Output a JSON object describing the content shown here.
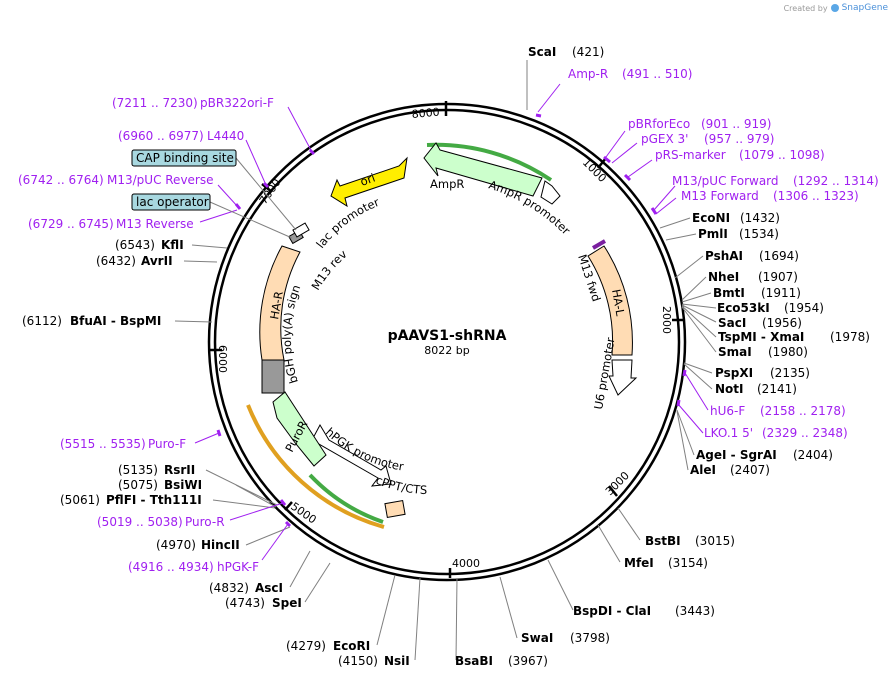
{
  "header": {
    "created_by": "Created by",
    "brand": "SnapGene"
  },
  "plasmid": {
    "name": "pAAVS1-shRNA",
    "size_label": "8022 bp",
    "total_bp": 8022
  },
  "colors": {
    "backbone": "#000000",
    "ori": "#ffee00",
    "ampr": "#ccffcc",
    "puror": "#ccffcc",
    "ha_arm": "#ffdcb4",
    "polyA": "#999999",
    "promoter": "#ffffff",
    "primer": "#a020f0",
    "feature_box": "#a8d8e0",
    "orf_highlight": "#44aa44",
    "orf_orange": "#e0a020"
  },
  "tick_labels": [
    "1000",
    "2000",
    "3000",
    "4000",
    "5000",
    "6000",
    "7000",
    "8000"
  ],
  "enzymes": [
    {
      "name": "ScaI",
      "pos": "(421)"
    },
    {
      "name": "EcoNI",
      "pos": "(1432)"
    },
    {
      "name": "PmlI",
      "pos": "(1534)"
    },
    {
      "name": "PshAI",
      "pos": "(1694)"
    },
    {
      "name": "NheI",
      "pos": "(1907)"
    },
    {
      "name": "BmtI",
      "pos": "(1911)"
    },
    {
      "name": "Eco53kI",
      "pos": "(1954)"
    },
    {
      "name": "SacI",
      "pos": "(1956)"
    },
    {
      "name": "TspMI - XmaI",
      "pos": "(1978)"
    },
    {
      "name": "SmaI",
      "pos": "(1980)"
    },
    {
      "name": "PspXI",
      "pos": "(2135)"
    },
    {
      "name": "NotI",
      "pos": "(2141)"
    },
    {
      "name": "AgeI - SgrAI",
      "pos": "(2404)"
    },
    {
      "name": "AleI",
      "pos": "(2407)"
    },
    {
      "name": "BstBI",
      "pos": "(3015)"
    },
    {
      "name": "MfeI",
      "pos": "(3154)"
    },
    {
      "name": "BspDI - ClaI",
      "pos": "(3443)"
    },
    {
      "name": "SwaI",
      "pos": "(3798)"
    },
    {
      "name": "BsaBI",
      "pos": "(3967)"
    },
    {
      "name": "NsiI",
      "pos": "(4150)"
    },
    {
      "name": "EcoRI",
      "pos": "(4279)"
    },
    {
      "name": "SpeI",
      "pos": "(4743)"
    },
    {
      "name": "AscI",
      "pos": "(4832)"
    },
    {
      "name": "HincII",
      "pos": "(4970)"
    },
    {
      "name": "PflFI - Tth111I",
      "pos": "(5061)"
    },
    {
      "name": "BsiWI",
      "pos": "(5075)"
    },
    {
      "name": "RsrII",
      "pos": "(5135)"
    },
    {
      "name": "BfuAI - BspMI",
      "pos": "(6112)"
    },
    {
      "name": "AvrII",
      "pos": "(6432)"
    },
    {
      "name": "KflI",
      "pos": "(6543)"
    }
  ],
  "primers": [
    {
      "name": "Amp-R",
      "range": "(491 .. 510)"
    },
    {
      "name": "pBRforEco",
      "range": "(901 .. 919)"
    },
    {
      "name": "pGEX 3'",
      "range": "(957 .. 979)"
    },
    {
      "name": "pRS-marker",
      "range": "(1079 .. 1098)"
    },
    {
      "name": "M13/pUC Forward",
      "range": "(1292 .. 1314)"
    },
    {
      "name": "M13 Forward",
      "range": "(1306 .. 1323)"
    },
    {
      "name": "hU6-F",
      "range": "(2158 .. 2178)"
    },
    {
      "name": "LKO.1 5'",
      "range": "(2329 .. 2348)"
    },
    {
      "name": "pBR322ori-F",
      "range": "(7211 .. 7230)"
    },
    {
      "name": "L4440",
      "range": "(6960 .. 6977)"
    },
    {
      "name": "M13/pUC Reverse",
      "range": "(6742 .. 6764)"
    },
    {
      "name": "M13 Reverse",
      "range": "(6729 .. 6745)"
    },
    {
      "name": "Puro-F",
      "range": "(5515 .. 5535)"
    },
    {
      "name": "Puro-R",
      "range": "(5019 .. 5038)"
    },
    {
      "name": "hPGK-F",
      "range": "(4916 .. 4934)"
    }
  ],
  "feature_boxes": [
    "CAP binding site",
    "lac operator"
  ],
  "features": {
    "ori": "ori",
    "ampr": "AmpR",
    "ampr_promoter": "AmpR promoter",
    "m13_fwd": "M13 fwd",
    "ha_l": "HA-L",
    "u6_promoter": "U6 promoter",
    "hpgk_promoter": "hPGK promoter",
    "cppt": "cPPT/CTS",
    "puror": "PuroR",
    "bgh": "bGH poly(A) signal",
    "ha_r": "HA-R",
    "m13_rev": "M13 rev",
    "lac_promoter": "lac promoter"
  }
}
